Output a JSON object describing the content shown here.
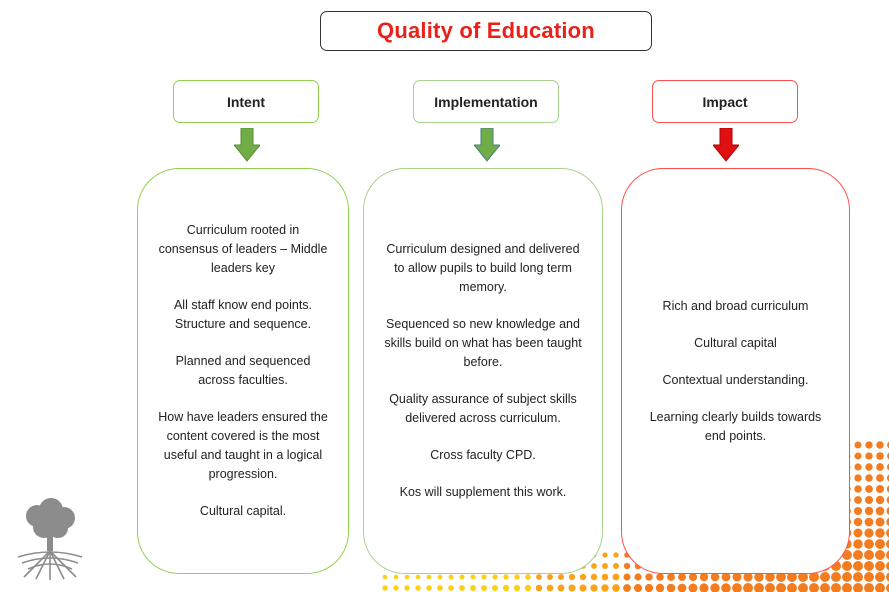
{
  "title": "Quality of Education",
  "colors": {
    "title": "#e8211a",
    "intent": "#92d050",
    "implementation": "#a9d18e",
    "impact": "#ff5050",
    "arrow_green": "#70ad47",
    "arrow_red": "#e01010"
  },
  "columns": {
    "intent": {
      "header": "Intent",
      "items": [
        "Curriculum rooted in consensus of leaders – Middle leaders key",
        "All staff know end points. Structure and sequence.",
        "Planned and sequenced across faculties.",
        "How have leaders ensured the content covered is the most useful and taught in a logical progression.",
        "Cultural capital."
      ]
    },
    "implementation": {
      "header": "Implementation",
      "items": [
        "Curriculum designed and delivered to allow pupils to build long term memory.",
        "Sequenced so new knowledge and skills build on what has been taught before.",
        "Quality assurance of subject skills delivered across curriculum.",
        "Cross faculty CPD.",
        "Kos will supplement this work."
      ]
    },
    "impact": {
      "header": "Impact",
      "items": [
        "Rich and broad curriculum",
        "Cultural capital",
        "Contextual understanding.",
        "Learning clearly builds towards end points."
      ]
    }
  },
  "icons": {
    "logo": "tree-logo-icon",
    "arrows": [
      "down-arrow-icon",
      "down-arrow-icon",
      "down-arrow-icon"
    ],
    "decoration": "halftone-dots-decoration"
  }
}
